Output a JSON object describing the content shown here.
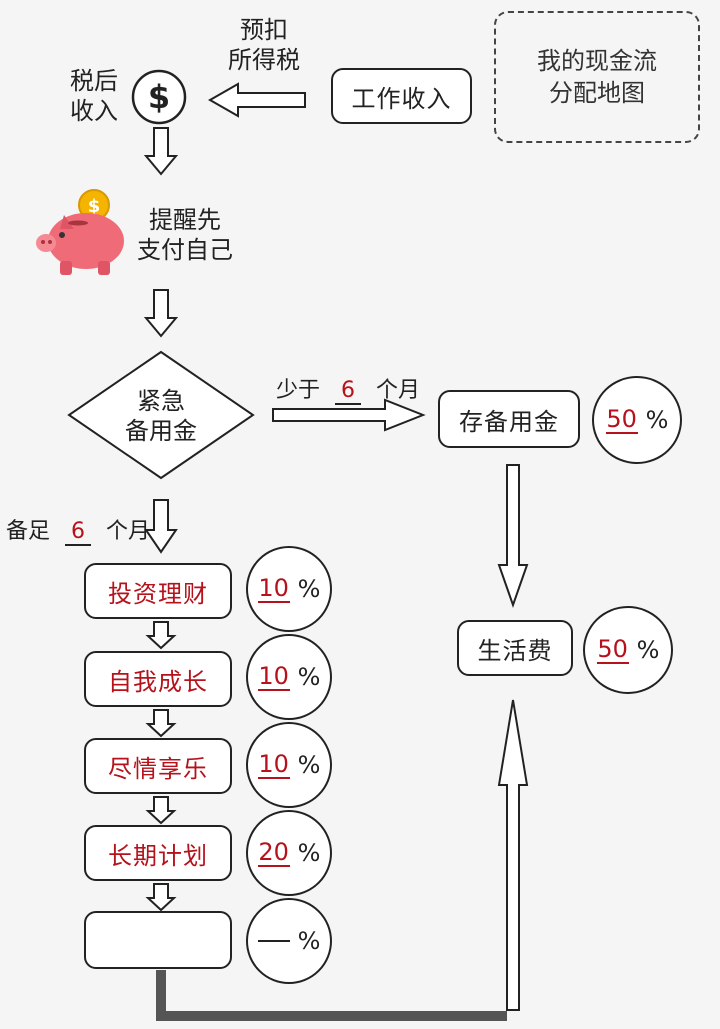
{
  "title_box": {
    "line1": "我的现金流",
    "line2": "分配地图"
  },
  "work_income": "工作收入",
  "tax_note": {
    "line1": "预扣",
    "line2": "所得税"
  },
  "after_tax": {
    "line1": "税后",
    "line2": "收入"
  },
  "pay_self": {
    "line1": "提醒先",
    "line2": "支付自己"
  },
  "emergency": {
    "line1": "紧急",
    "line2": "备用金"
  },
  "less_than": {
    "prefix": "少于",
    "value": "6",
    "suffix": "个月"
  },
  "enough": {
    "prefix": "备足",
    "value": "6",
    "suffix": "个月"
  },
  "save_fund": {
    "label": "存备用金",
    "percent": "50",
    "unit": "%"
  },
  "living": {
    "label": "生活费",
    "percent": "50",
    "unit": "%"
  },
  "allocations": [
    {
      "label": "投资理财",
      "percent": "10",
      "unit": "%"
    },
    {
      "label": "自我成长",
      "percent": "10",
      "unit": "%"
    },
    {
      "label": "尽情享乐",
      "percent": "10",
      "unit": "%"
    },
    {
      "label": "长期计划",
      "percent": "20",
      "unit": "%"
    },
    {
      "label": "",
      "percent": "",
      "unit": "%"
    }
  ],
  "icons": {
    "dollar": "dollar-coin-icon",
    "piggy": "piggy-bank-icon"
  },
  "colors": {
    "accent": "#b5121b",
    "piggy": "#ef6b78",
    "coin": "#f4b400"
  }
}
